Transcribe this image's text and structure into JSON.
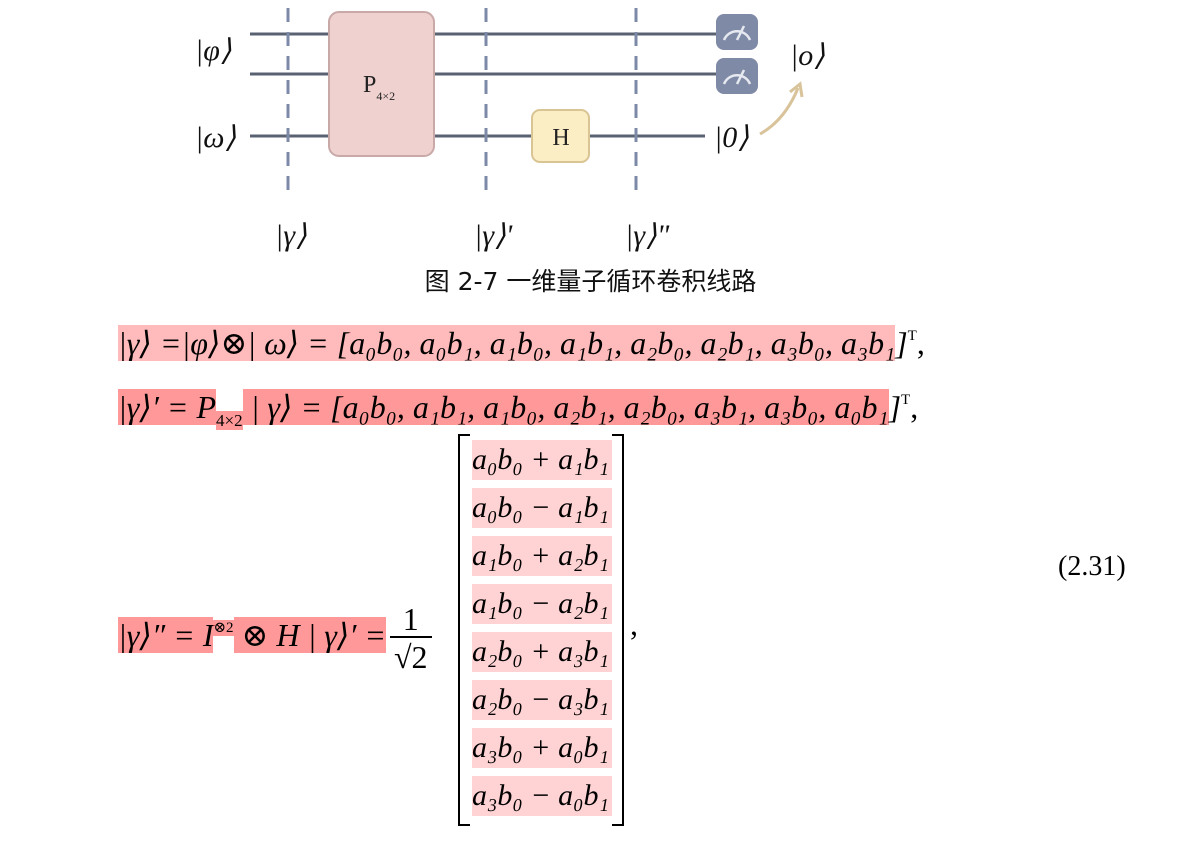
{
  "circuit": {
    "inputs": [
      "|φ⟩",
      "|ω⟩"
    ],
    "gate_p_main": "P",
    "gate_p_sub": "4×2",
    "gate_h": "H",
    "ancilla_out": "|0⟩",
    "output_label": "|o⟩",
    "cut_labels": [
      "|γ⟩",
      "|γ⟩'",
      "|γ⟩\""
    ],
    "colors": {
      "wire": "#5a6170",
      "p_gate": "#efd2d0",
      "h_gate": "#fbeec5",
      "meter": "#7f8aa6",
      "arrow": "#d8c39a"
    }
  },
  "caption": "图 2-7   一维量子循环卷积线路",
  "eq1": {
    "lhs": "|γ⟩ =|φ⟩⊗| ω⟩ = [",
    "terms": "a₀b₀, a₀b₁, a₁b₀, a₁b₁, a₂b₀, a₂b₁, a₃b₀, a₃b₁",
    "close": "]",
    "sup": "T",
    "tail": ","
  },
  "eq2": {
    "lhs_a": "|γ⟩′ = P",
    "lhs_sub": "4×2",
    "lhs_b": " | γ⟩ = [",
    "terms": "a₀b₀, a₁b₁, a₁b₀, a₂b₁, a₂b₀, a₃b₁, a₃b₀, a₀b₁",
    "close": "]",
    "sup": "T",
    "tail": ","
  },
  "eq3": {
    "lhs_a": "|γ⟩″ = I",
    "lhs_sup": "⊗2",
    "lhs_b": " ⊗ H | γ⟩′ =",
    "frac_num": "1",
    "frac_den": "√2",
    "tail": ","
  },
  "matrix_rows": [
    "a₀b₀ + a₁b₁",
    "a₀b₀ − a₁b₁",
    "a₁b₀ + a₂b₁",
    "a₁b₀ − a₂b₁",
    "a₂b₀ + a₃b₁",
    "a₂b₀ − a₃b₁",
    "a₃b₀ + a₀b₁",
    "a₃b₀ − a₀b₁"
  ],
  "equation_number": "(2.31)"
}
